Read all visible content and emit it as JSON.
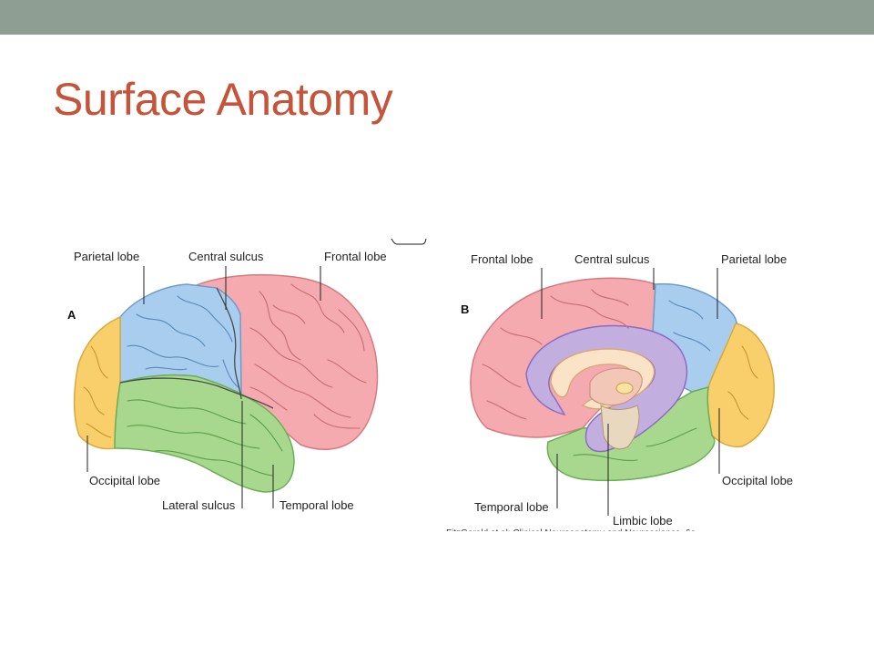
{
  "slide": {
    "title": "Surface Anatomy",
    "colors": {
      "top_bar": "#8e9e93",
      "title": "#c5553a",
      "frontal": "#f4aaae",
      "parietal": "#a9cdee",
      "occipital": "#f9cf6c",
      "temporal": "#a8d88e",
      "limbic": "#c3aee0"
    }
  },
  "figure": {
    "panel_a": {
      "letter": "A",
      "labels": {
        "parietal_lobe": "Parietal lobe",
        "central_sulcus": "Central sulcus",
        "frontal_lobe": "Frontal lobe",
        "occipital_lobe": "Occipital lobe",
        "lateral_sulcus": "Lateral sulcus",
        "temporal_lobe": "Temporal lobe"
      }
    },
    "panel_b": {
      "letter": "B",
      "labels": {
        "frontal_lobe": "Frontal lobe",
        "central_sulcus": "Central sulcus",
        "parietal_lobe": "Parietal lobe",
        "occipital_lobe": "Occipital lobe",
        "temporal_lobe": "Temporal lobe",
        "limbic_lobe": "Limbic lobe"
      }
    },
    "credit": "FitzGerald et al: Clinical Neuroanatomy and Neuroscience, 6e"
  }
}
